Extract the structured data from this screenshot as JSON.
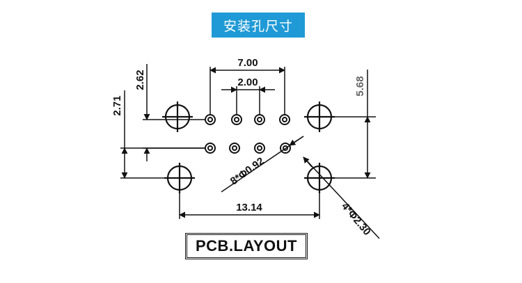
{
  "title": "安装孔尺寸",
  "footer_label": "PCB.LAYOUT",
  "dimensions": {
    "pin_span": "7.00",
    "pin_pitch": "2.00",
    "row_offset_top": "2.62",
    "row_offset_left": "2.71",
    "mount_hole_height": "5.68",
    "mount_hole_span": "13.14",
    "pin_holes": "8*Φ0.92",
    "mount_holes": "4*Φ2.30"
  },
  "colors": {
    "banner": "#1f9ad6",
    "line": "#111111",
    "gray_text": "#666666"
  }
}
